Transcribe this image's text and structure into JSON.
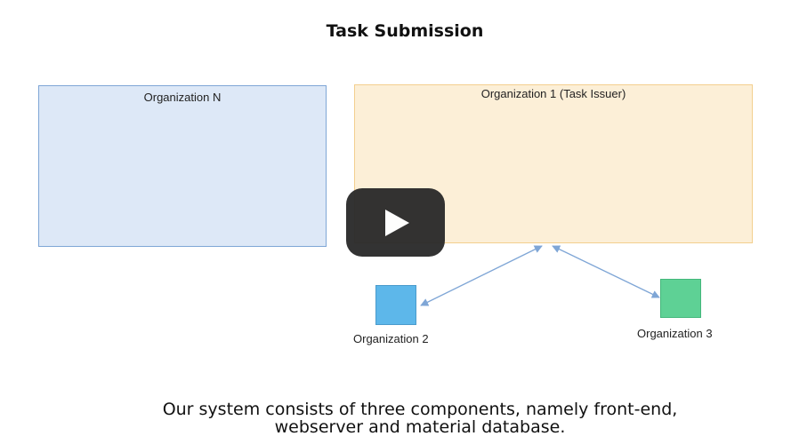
{
  "slide": {
    "title": "Task Submission",
    "caption_line1": "Our system consists of three components, namely front-end,",
    "caption_line2": "webserver and material database."
  },
  "diagram": {
    "organization_n": {
      "label": "Organization N",
      "fill_color": "#dde8f7",
      "border_color": "#7fa6d6"
    },
    "organization_1": {
      "label": "Organization 1 (Task Issuer)",
      "fill_color": "#fcefd7",
      "border_color": "#f3cf8e"
    },
    "organization_2": {
      "label": "Organization 2",
      "color": "#5db7ea"
    },
    "organization_3": {
      "label": "Organization 3",
      "color": "#5ed195"
    },
    "connector_color": "#7fa6d6"
  },
  "video_player": {
    "play_button_icon": "play-icon",
    "button_color": "#2b2b2b"
  }
}
